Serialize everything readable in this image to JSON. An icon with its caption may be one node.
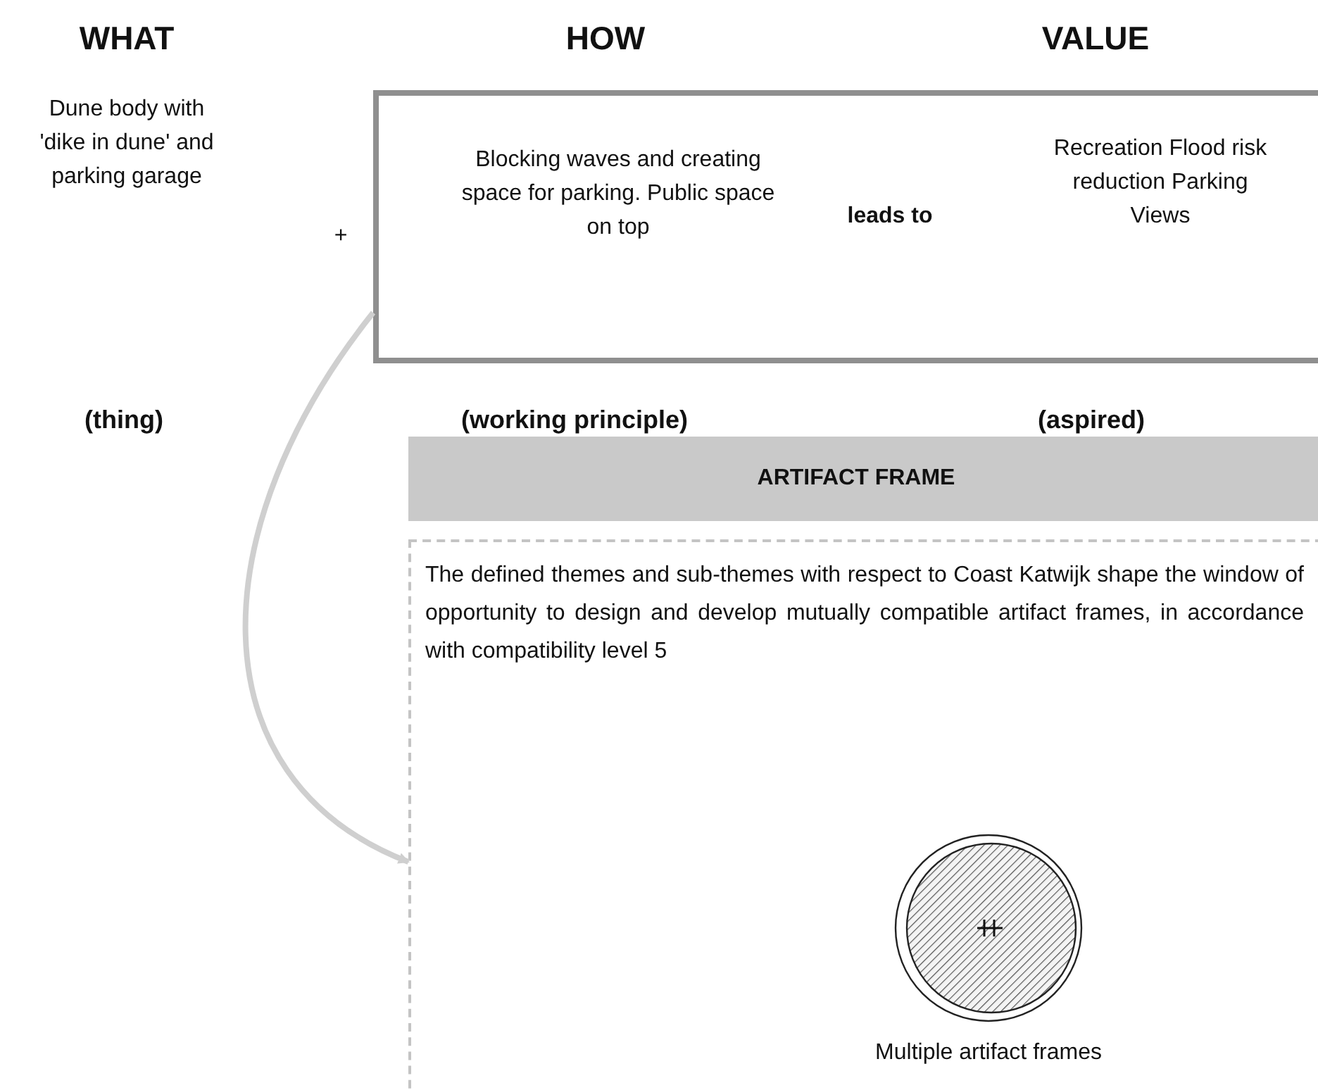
{
  "diagram": {
    "nodes": [
      {
        "text": [
          "Blocking waves and creating space for parking. Public space on top",
          "leads to",
          "Recreation Flood risk reduction Parking Views"
        ]
      },
      {
        "text": [
          "ARTIFACT FRAME"
        ]
      },
      {
        "text": [
          "The defined themes and sub-themes with respect to Coast Katwijk shape the window of opportunity to design and develop mutually compatible artifact frames, in accordance with compatibility level 5"
        ]
      },
      {
        "text": [],
        "shape": "circle",
        "in": 2,
        "beside": [
          "Multiple artifact frames"
        ]
      }
    ],
    "edges": [
      {
        "from": 0,
        "to": 2,
        "arrow": "to"
      }
    ],
    "labels": [
      "WHAT",
      "HOW",
      "VALUE",
      "Dune body with 'dike in dune' and parking garage",
      "+",
      "(thing)",
      "(working principle)",
      "(aspired)"
    ]
  }
}
